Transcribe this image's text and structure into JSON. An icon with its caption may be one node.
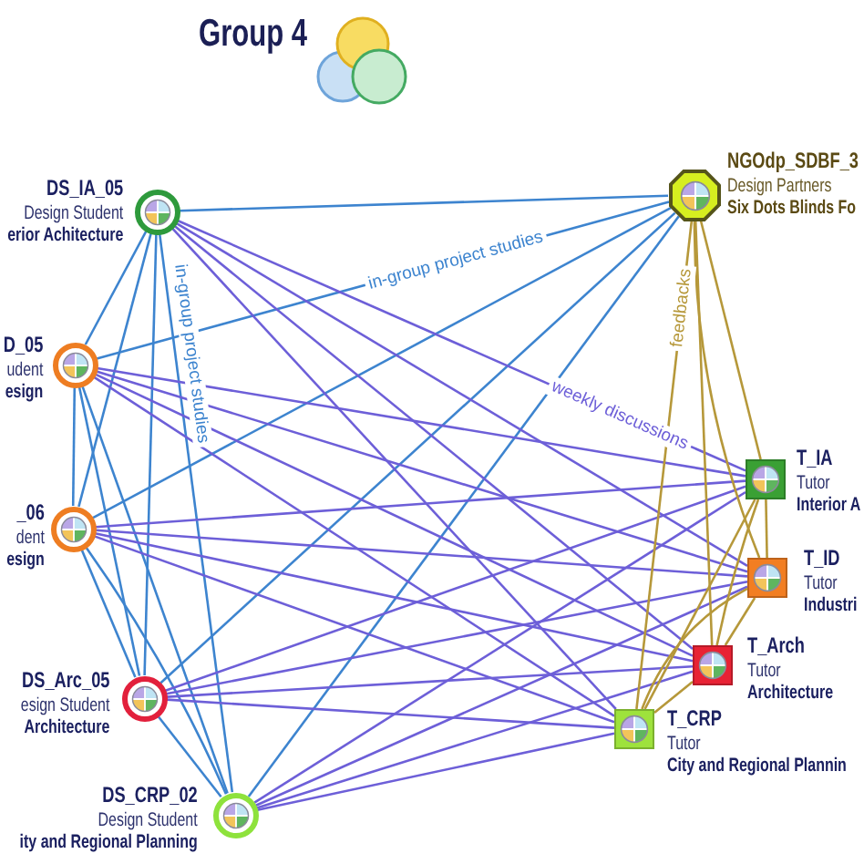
{
  "diagram": {
    "title": "Group 4",
    "nodes": [
      {
        "text": [
          "DS_IA_05",
          "Design Student",
          "erior Achitecture"
        ]
      },
      {
        "text": [
          "D_05",
          "udent",
          "esign"
        ]
      },
      {
        "text": [
          "_06",
          "dent",
          "esign"
        ]
      },
      {
        "text": [
          "DS_Arc_05",
          "esign Student",
          "Architecture"
        ]
      },
      {
        "text": [
          "DS_CRP_02",
          "Design Student",
          "ity and Regional Planning"
        ]
      },
      {
        "text": [
          "NGOdp_SDBF_3",
          "Design Partners",
          "Six Dots Blinds Fo"
        ]
      },
      {
        "text": [
          "T_IA",
          "Tutor",
          "Interior A"
        ]
      },
      {
        "text": [
          "T_ID",
          "Tutor",
          "Industri"
        ]
      },
      {
        "text": [
          "T_Arch",
          "Tutor",
          "Architecture"
        ]
      },
      {
        "text": [
          "T_CRP",
          "Tutor",
          "City and Regional Plannin"
        ]
      }
    ],
    "edges": [
      {
        "from": 0,
        "to": 1,
        "arrow": "none",
        "color": "#3d84cf"
      },
      {
        "from": 0,
        "to": 2,
        "arrow": "none",
        "color": "#3d84cf"
      },
      {
        "from": 0,
        "to": 3,
        "arrow": "none",
        "color": "#3d84cf"
      },
      {
        "from": 0,
        "to": 4,
        "arrow": "none",
        "color": "#3d84cf",
        "label": "in-group project studies"
      },
      {
        "from": 1,
        "to": 2,
        "arrow": "none",
        "color": "#3d84cf"
      },
      {
        "from": 1,
        "to": 3,
        "arrow": "none",
        "color": "#3d84cf"
      },
      {
        "from": 1,
        "to": 4,
        "arrow": "none",
        "color": "#3d84cf"
      },
      {
        "from": 2,
        "to": 3,
        "arrow": "none",
        "color": "#3d84cf"
      },
      {
        "from": 2,
        "to": 4,
        "arrow": "none",
        "color": "#3d84cf"
      },
      {
        "from": 3,
        "to": 4,
        "arrow": "none",
        "color": "#3d84cf"
      },
      {
        "from": 5,
        "to": 0,
        "arrow": "none",
        "color": "#3d84cf"
      },
      {
        "from": 5,
        "to": 1,
        "arrow": "none",
        "color": "#3d84cf",
        "label": "in-group project studies"
      },
      {
        "from": 5,
        "to": 2,
        "arrow": "none",
        "color": "#3d84cf"
      },
      {
        "from": 5,
        "to": 3,
        "arrow": "none",
        "color": "#3d84cf"
      },
      {
        "from": 5,
        "to": 4,
        "arrow": "none",
        "color": "#3d84cf"
      },
      {
        "from": 0,
        "to": 6,
        "arrow": "none",
        "label": "weekly discussions"
      },
      {
        "from": 0,
        "to": 7,
        "arrow": "none"
      },
      {
        "from": 0,
        "to": 8,
        "arrow": "none"
      },
      {
        "from": 0,
        "to": 9,
        "arrow": "none"
      },
      {
        "from": 1,
        "to": 6,
        "arrow": "none"
      },
      {
        "from": 1,
        "to": 7,
        "arrow": "none"
      },
      {
        "from": 1,
        "to": 8,
        "arrow": "none"
      },
      {
        "from": 1,
        "to": 9,
        "arrow": "none"
      },
      {
        "from": 2,
        "to": 6,
        "arrow": "none"
      },
      {
        "from": 2,
        "to": 7,
        "arrow": "none"
      },
      {
        "from": 2,
        "to": 8,
        "arrow": "none"
      },
      {
        "from": 2,
        "to": 9,
        "arrow": "none"
      },
      {
        "from": 3,
        "to": 6,
        "arrow": "none"
      },
      {
        "from": 3,
        "to": 7,
        "arrow": "none"
      },
      {
        "from": 3,
        "to": 8,
        "arrow": "none"
      },
      {
        "from": 3,
        "to": 9,
        "arrow": "none"
      },
      {
        "from": 4,
        "to": 6,
        "arrow": "none"
      },
      {
        "from": 4,
        "to": 7,
        "arrow": "none"
      },
      {
        "from": 4,
        "to": 8,
        "arrow": "none"
      },
      {
        "from": 4,
        "to": 9,
        "arrow": "none"
      },
      {
        "from": 5,
        "to": 6,
        "arrow": "none",
        "color": "#b6983a"
      },
      {
        "from": 5,
        "to": 7,
        "arrow": "none",
        "color": "#b6983a"
      },
      {
        "from": 5,
        "to": 8,
        "arrow": "none",
        "color": "#b6983a"
      },
      {
        "from": 5,
        "to": 9,
        "arrow": "none",
        "color": "#b6983a",
        "label": "feedbacks"
      },
      {
        "from": 6,
        "to": 7,
        "arrow": "none",
        "color": "#b6983a"
      },
      {
        "from": 6,
        "to": 8,
        "arrow": "none",
        "color": "#b6983a"
      },
      {
        "from": 6,
        "to": 9,
        "arrow": "none",
        "color": "#b6983a"
      },
      {
        "from": 7,
        "to": 8,
        "arrow": "none",
        "color": "#b6983a"
      },
      {
        "from": 7,
        "to": 9,
        "arrow": "none",
        "color": "#b6983a"
      },
      {
        "from": 8,
        "to": 9,
        "arrow": "none",
        "color": "#b6983a"
      }
    ]
  }
}
